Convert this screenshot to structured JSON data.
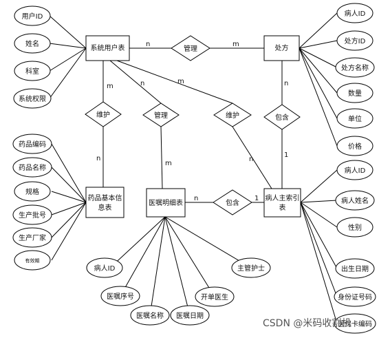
{
  "entities": {
    "user_table": "系统用户表",
    "prescription": "处方",
    "drug_info": [
      "药品基本信",
      "息表"
    ],
    "order_detail": "医嘱明细表",
    "patient_index": [
      "病人主索引",
      "表"
    ]
  },
  "relationships": {
    "manage_top": "管理",
    "maintain_left": "维护",
    "manage_mid": "管理",
    "maintain_right": "维护",
    "contains_top": "包含",
    "contains_bottom": "包含"
  },
  "attributes": {
    "user_table": [
      "用户ID",
      "姓名",
      "科室",
      "系统权限"
    ],
    "prescription": [
      "病人ID",
      "处方ID",
      "处方名称",
      "数量",
      "单位",
      "价格"
    ],
    "drug_info": [
      "药品编码",
      "药品名称",
      "规格",
      "生产批号",
      "生产厂家",
      "有效期"
    ],
    "patient_index": [
      "病人ID",
      "病人姓名",
      "性别",
      "出生日期",
      "身份证号码",
      "医保卡编码"
    ],
    "order_detail": [
      "病人ID",
      "医嘱序号",
      "医嘱名称",
      "医嘱日期",
      "开单医生",
      "主管护士"
    ]
  },
  "cardinalities": {
    "manage_top_left": "n",
    "manage_top_right": "m",
    "maintain_left_top": "m",
    "maintain_left_bottom": "n",
    "manage_mid_top": "n",
    "manage_mid_bottom": "m",
    "maintain_right_top": "m",
    "maintain_right_bottom": "n",
    "contains_top_top": "n",
    "contains_top_bottom": "1",
    "contains_bottom_left": "n",
    "contains_bottom_right": "1"
  },
  "watermark": "CSDN @米码收割机"
}
